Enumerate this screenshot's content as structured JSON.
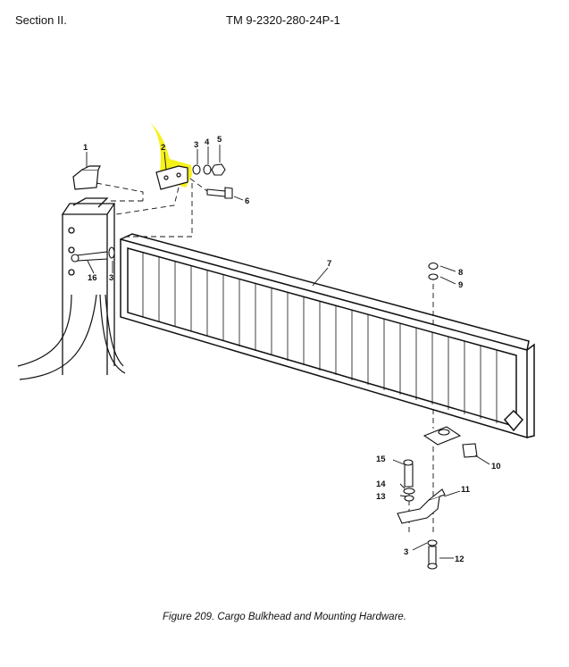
{
  "header": {
    "section": "Section II.",
    "tm_number": "TM 9-2320-280-24P-1"
  },
  "figure": {
    "caption": "Figure 209.  Cargo Bulkhead and Mounting Hardware."
  },
  "callouts": {
    "c1": "1",
    "c2": "2",
    "c3a": "3",
    "c4": "4",
    "c5": "5",
    "c6": "6",
    "c7": "7",
    "c8": "8",
    "c9": "9",
    "c10": "10",
    "c11": "11",
    "c12": "12",
    "c3b": "3",
    "c13": "13",
    "c14": "14",
    "c15": "15",
    "c16": "16",
    "c3c": "3"
  },
  "highlight_color": "#f5ef00"
}
